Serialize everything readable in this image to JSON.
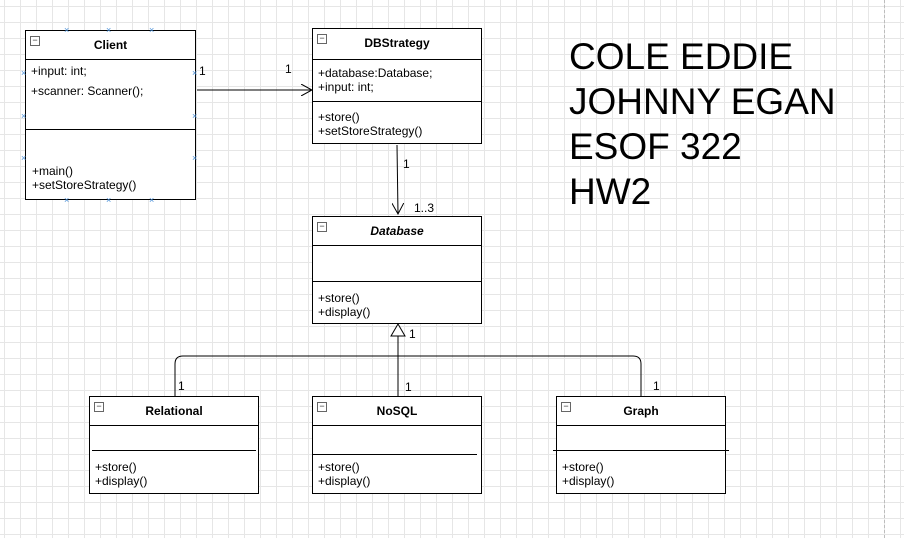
{
  "authors": {
    "line1": "COLE EDDIE",
    "line2": "JOHNNY EGAN",
    "line3": "ESOF 322",
    "line4": "HW2"
  },
  "collapse_glyph": "−",
  "classes": {
    "client": {
      "name": "Client",
      "attributes": [
        "+input: int;",
        "+scanner: Scanner();"
      ],
      "operations": [
        "+main()",
        "+setStoreStrategy()"
      ]
    },
    "dbstrategy": {
      "name": "DBStrategy",
      "attributes": [
        "+database:Database;",
        "+input: int;"
      ],
      "operations": [
        "+store()",
        "+setStoreStrategy()"
      ]
    },
    "database": {
      "name": "Database",
      "attributes": [],
      "operations": [
        "+store()",
        "+display()"
      ]
    },
    "relational": {
      "name": "Relational",
      "attributes": [],
      "operations": [
        "+store()",
        "+display()"
      ]
    },
    "nosql": {
      "name": "NoSQL",
      "attributes": [],
      "operations": [
        "+store()",
        "+display()"
      ]
    },
    "graph": {
      "name": "Graph",
      "attributes": [],
      "operations": [
        "+store()",
        "+display()"
      ]
    }
  },
  "multiplicities": {
    "client_end": "1",
    "dbstrategy_end": "1",
    "dbstrategy_bottom": "1",
    "database_top": "1..3",
    "database_bottom": "1",
    "relational_top": "1",
    "nosql_top": "1",
    "graph_top": "1"
  },
  "colors": {
    "stroke": "#000000",
    "grid": "#e6e6e6",
    "selection_handle": "#4a90d9"
  }
}
